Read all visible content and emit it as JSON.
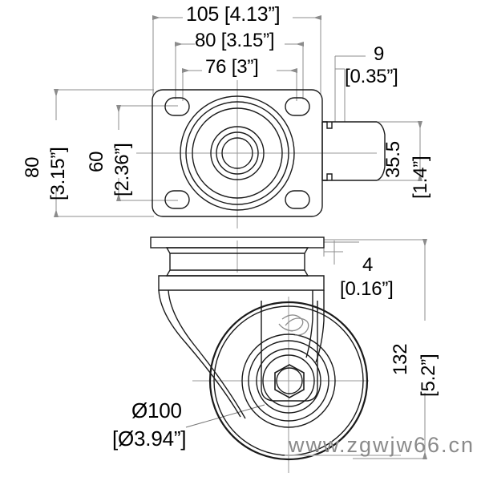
{
  "drawing": {
    "title": "Swivel Caster Technical Drawing",
    "views": {
      "top": "top-plate-view",
      "side": "side-elevation-view"
    },
    "watermark": "www.zgwjw66.cn",
    "line_color": "#1a1a1a",
    "dim_line_color": "#8c8c8c",
    "center_line_color": "#9a9a9a",
    "text_color": "#000000",
    "watermark_color": "#8a8a8a"
  },
  "dimensions": {
    "plate_length": {
      "metric": "105",
      "imperial": "[4.13”]",
      "label": "105 [4.13”]"
    },
    "bolt_hole_spacing_long": {
      "metric": "80",
      "imperial": "[3.15”]",
      "label": "80 [3.15”]"
    },
    "bolt_hole_spacing_short": {
      "metric": "76",
      "imperial": "[3”]",
      "label": "76 [3”]"
    },
    "plate_width": {
      "metric": "80",
      "imperial": "[3.15”]",
      "label": "80 [3.15”]"
    },
    "bolt_width": {
      "metric": "60",
      "imperial": "[2.36”]",
      "label": "60 [2.36”]"
    },
    "brake_offset": {
      "metric": "9",
      "imperial": "[0.35”]",
      "label": "9 [0.35”]"
    },
    "brake_height": {
      "metric": "35.5",
      "imperial": "[1.4”]",
      "label": "35.5 [1.4”]"
    },
    "plate_thickness": {
      "metric": "4",
      "imperial": "[0.16”]",
      "label": "4 [0.16”]"
    },
    "overall_height": {
      "metric": "132",
      "imperial": "[5.2”]",
      "label": "132 [5.2”]"
    },
    "wheel_diameter": {
      "metric": "Ø100",
      "imperial": "[Ø3.94”]",
      "label": "Ø100 [Ø3.94”]"
    }
  }
}
